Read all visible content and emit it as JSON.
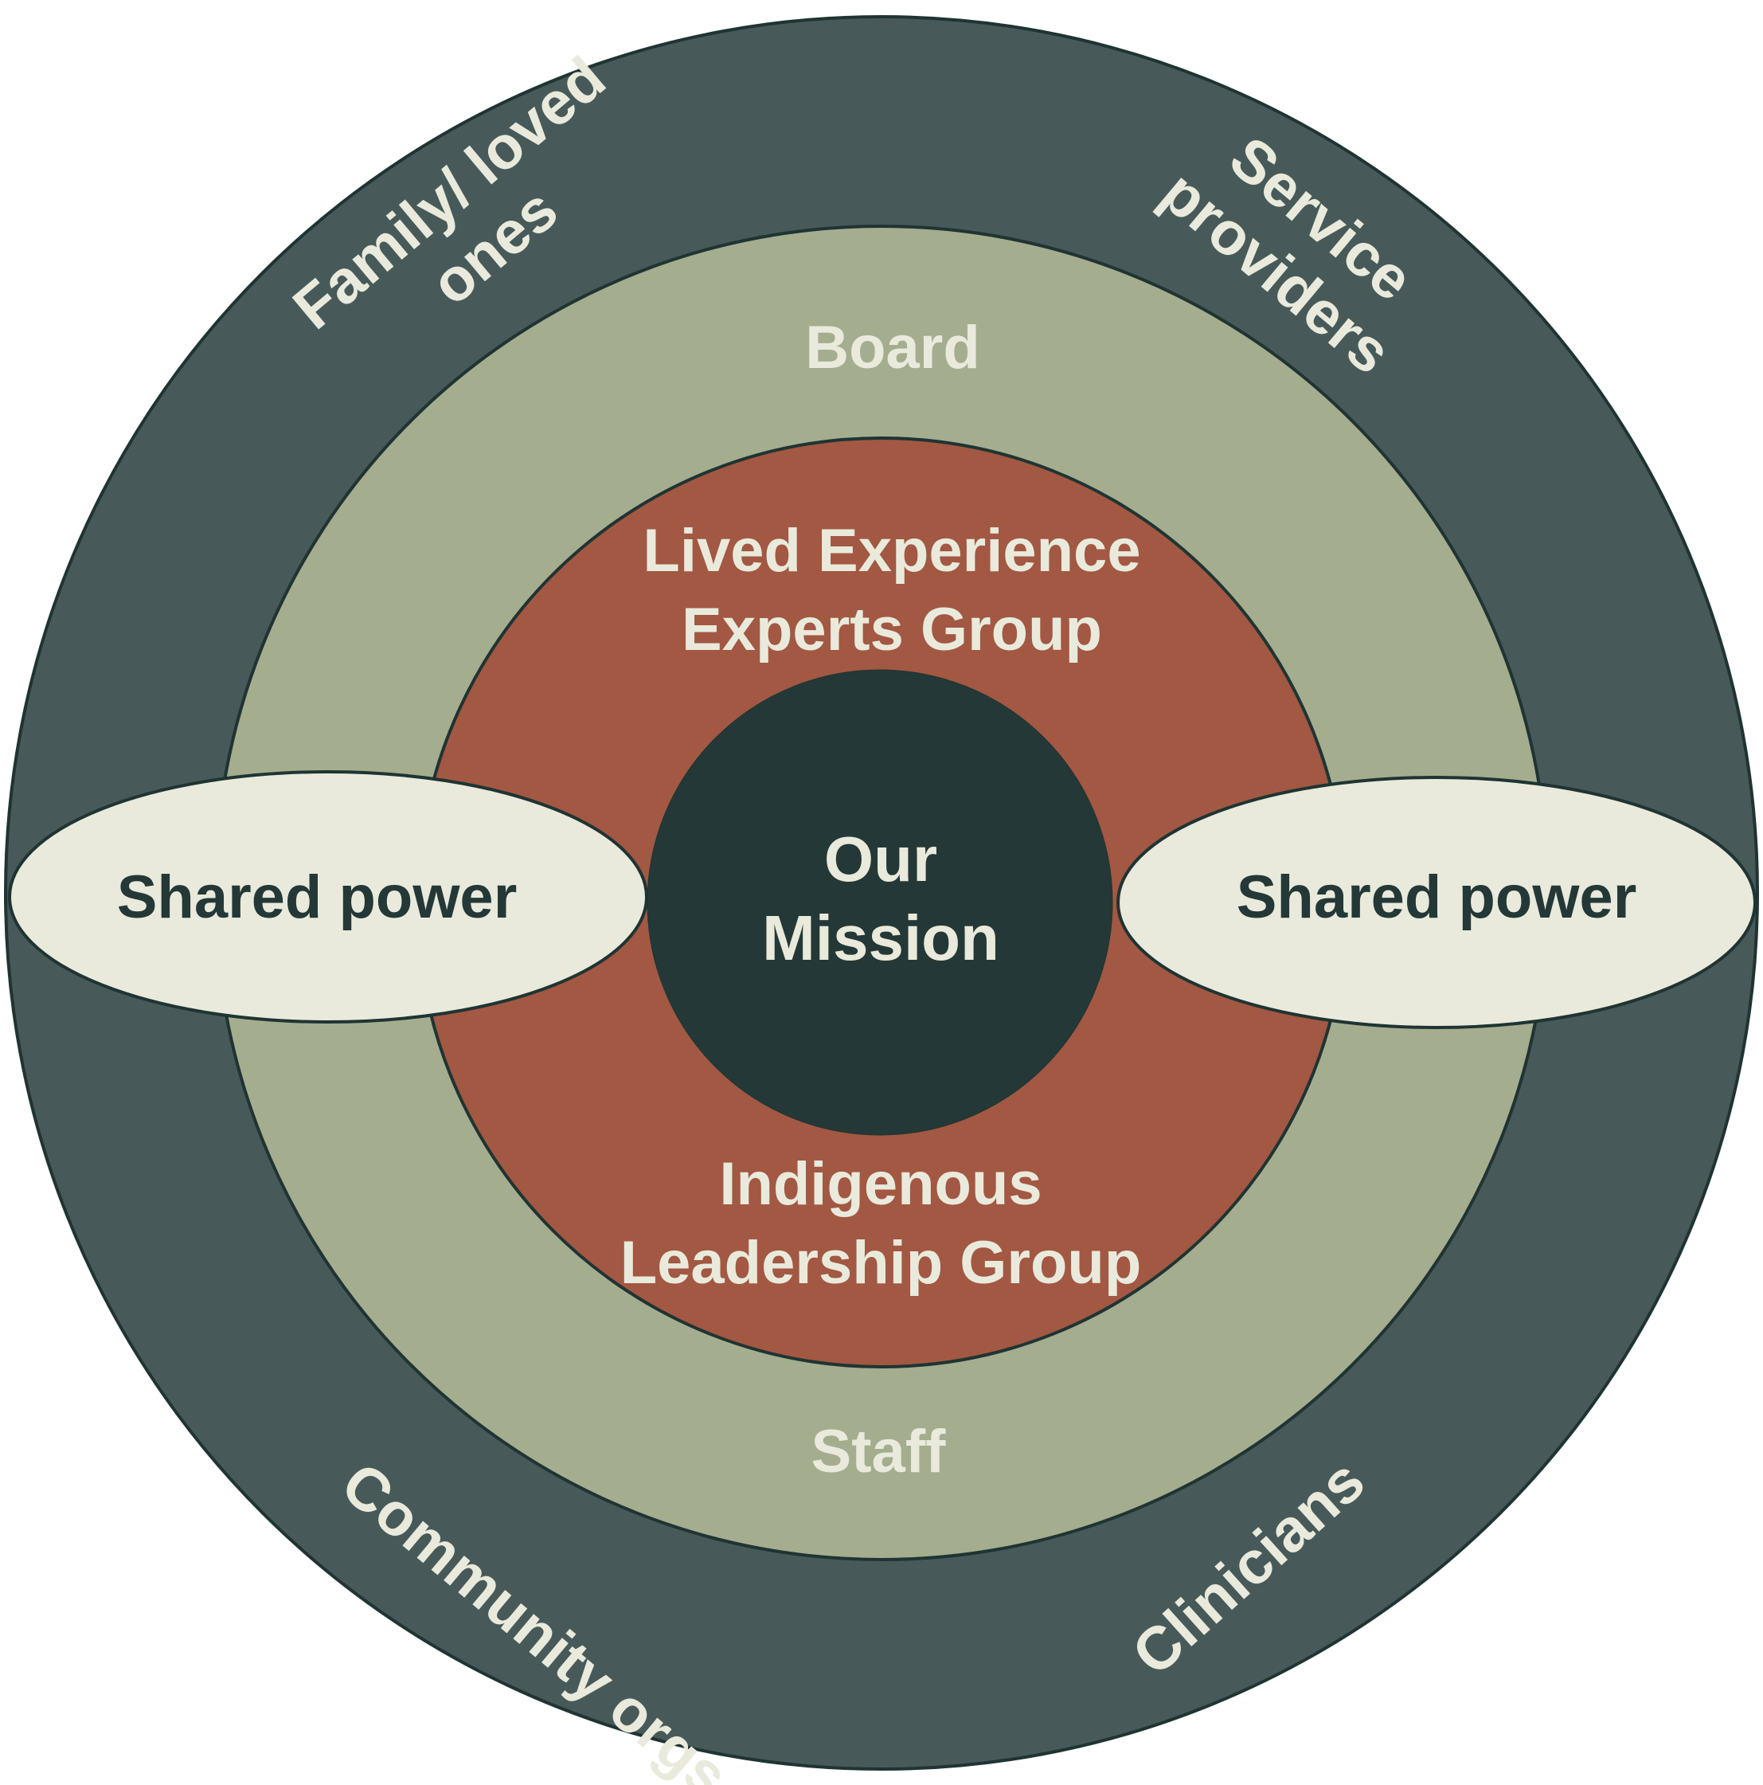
{
  "colors": {
    "outer_ring": "#475a59",
    "middle_ring": "#a5ad8f",
    "inner_ring": "#a25842",
    "core": "#243837",
    "outline": "#1f3433",
    "ellipse_fill": "#e9eadc",
    "light_text": "#e9eadc",
    "dark_text": "#243837"
  },
  "outer_ring": {
    "labels": {
      "family_line1": "Family/ loved",
      "family_line2": "ones",
      "service_line1": "Service",
      "service_line2": "providers",
      "community": "Community orgs",
      "clinicians": "Clinicians"
    }
  },
  "middle_ring": {
    "top_label": "Board",
    "bottom_label": "Staff"
  },
  "inner_ring": {
    "top_line1": "Lived Experience",
    "top_line2": "Experts Group",
    "bottom_line1": "Indigenous",
    "bottom_line2": "Leadership Group"
  },
  "core": {
    "line1": "Our",
    "line2": "Mission"
  },
  "shared_power": {
    "left_label": "Shared power",
    "right_label": "Shared power"
  }
}
